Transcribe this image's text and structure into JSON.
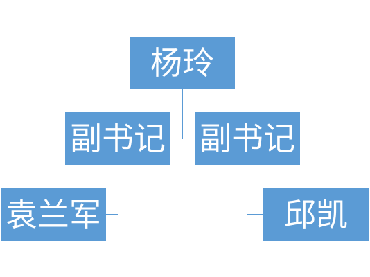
{
  "colors": {
    "node_fill": "#5b9bd5",
    "node_text": "#ffffff",
    "connector": "#5b9bd5",
    "background": "#ffffff"
  },
  "org_chart": {
    "root": {
      "label": "杨玲"
    },
    "deputies": [
      {
        "label": "副书记",
        "report": {
          "label": "袁兰军"
        }
      },
      {
        "label": "副书记",
        "report": {
          "label": "邱凯"
        }
      }
    ]
  }
}
